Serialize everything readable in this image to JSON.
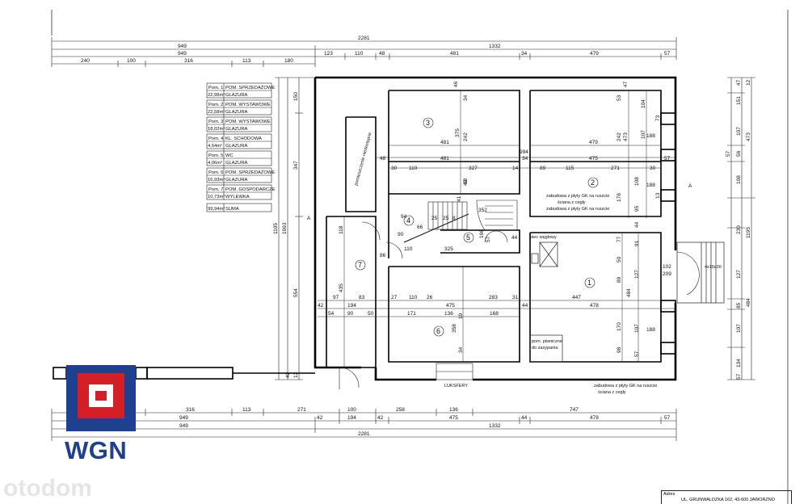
{
  "legend": [
    {
      "room": "Pom. 1",
      "name": "POM. SPRZEDAŻOWE",
      "area": "22,98m²",
      "finish": "GLAZURA"
    },
    {
      "room": "Pom. 2",
      "name": "POM. WYSTAWOWE",
      "area": "22,58m²",
      "finish": "GLAZURA"
    },
    {
      "room": "Pom. 3",
      "name": "POM. WYSTAWOWE",
      "area": "18,02m²",
      "finish": "GLAZURA"
    },
    {
      "room": "Pom. 4",
      "name": "KL. SCHODOWA",
      "area": "4,64m²",
      "finish": "GLAZURA"
    },
    {
      "room": "Pom. 5",
      "name": "WC",
      "area": "4,06m²",
      "finish": "GLAZURA"
    },
    {
      "room": "Pom. 6",
      "name": "POM. SPRZEDAŻOWE",
      "area": "16,93m²",
      "finish": "GLAZURA"
    },
    {
      "room": "Pom. 7",
      "name": "POM. GOSPODARCZE",
      "area": "10,73m²",
      "finish": "WYLEWKA"
    }
  ],
  "legend_total": {
    "area": "99,94m²",
    "label": "SUMA"
  },
  "top_dims": {
    "row1": [
      "2281"
    ],
    "row2": [
      "949",
      "1332"
    ],
    "row3": [
      "949",
      "123",
      "110",
      "48",
      "481",
      "34",
      "479",
      "57"
    ],
    "row4": [
      "240",
      "100",
      "316",
      "113",
      "180"
    ]
  },
  "bottom_dims": {
    "row1": [
      "316",
      "113",
      "271",
      "100",
      "258",
      "136",
      "747"
    ],
    "row2": [
      "949",
      "42",
      "194",
      "42",
      "475",
      "44",
      "478",
      "57"
    ],
    "row3": [
      "949",
      "1332"
    ],
    "row4": [
      "2281"
    ]
  },
  "left_dims": [
    "1195",
    "1063",
    "150",
    "347",
    "554",
    "42",
    "12"
  ],
  "right_dims": [
    "1195",
    "473",
    "151",
    "107",
    "56",
    "57",
    "108",
    "230",
    "127",
    "484",
    "107",
    "134",
    "47",
    "12",
    "85",
    "57"
  ],
  "room_labels": [
    "1",
    "2",
    "3",
    "4",
    "5",
    "6",
    "7"
  ],
  "interior_dims": {
    "room3": [
      "481",
      "375",
      "242",
      "40",
      "34",
      "46"
    ],
    "room2": [
      "479",
      "473",
      "242",
      "107",
      "188",
      "53",
      "47",
      "104"
    ],
    "mid_row": [
      "48",
      "481",
      "994",
      "475",
      "34",
      "57"
    ],
    "row_30": [
      "30",
      "110",
      "327",
      "14",
      "89",
      "115",
      "271",
      "30"
    ],
    "room2_low": [
      "178",
      "95",
      "108",
      "188",
      "13",
      "73"
    ],
    "room1": [
      "447",
      "478",
      "44",
      "89",
      "50",
      "91",
      "77",
      "44",
      "102",
      "209",
      "127",
      "484"
    ],
    "room6": [
      "27",
      "110",
      "26",
      "283",
      "31",
      "475",
      "171",
      "136",
      "168",
      "358",
      "19",
      "170",
      "107",
      "188",
      "98",
      "57",
      "34"
    ],
    "room7": [
      "97",
      "83",
      "194",
      "54",
      "90",
      "50",
      "42",
      "435",
      "118"
    ],
    "stairs": [
      "90",
      "66",
      "110",
      "325",
      "94",
      "86",
      "44",
      "352",
      "198",
      "57",
      "41",
      "68",
      "25",
      "25",
      "8"
    ]
  },
  "notes": {
    "chimney": "pomieszczenie niedostępne",
    "gk1": "zabudowa z płyty GK na ruszcie",
    "gk1b": "ściana z cegły",
    "gk2": "zabudowa z płyty GK na ruszcie",
    "stove": "piec węglowy",
    "stairs_dim": "4x16x30",
    "boiler": "pom. piwniczne",
    "boiler2": "do zasypania",
    "luksfery": "LUKSFERY",
    "gk3": "zabudowa z płyty GK na ruszcie",
    "gk3b": "ściana z cegły",
    "section_a": "A"
  },
  "logo": {
    "text": "WGN",
    "brand_blue": "#1f3f8f",
    "brand_red": "#d51f26"
  },
  "watermark": "otodom",
  "address": {
    "label": "Adres",
    "value": "UL. GRUNWALDZKA 162, 43-600 JAWORZNO"
  }
}
